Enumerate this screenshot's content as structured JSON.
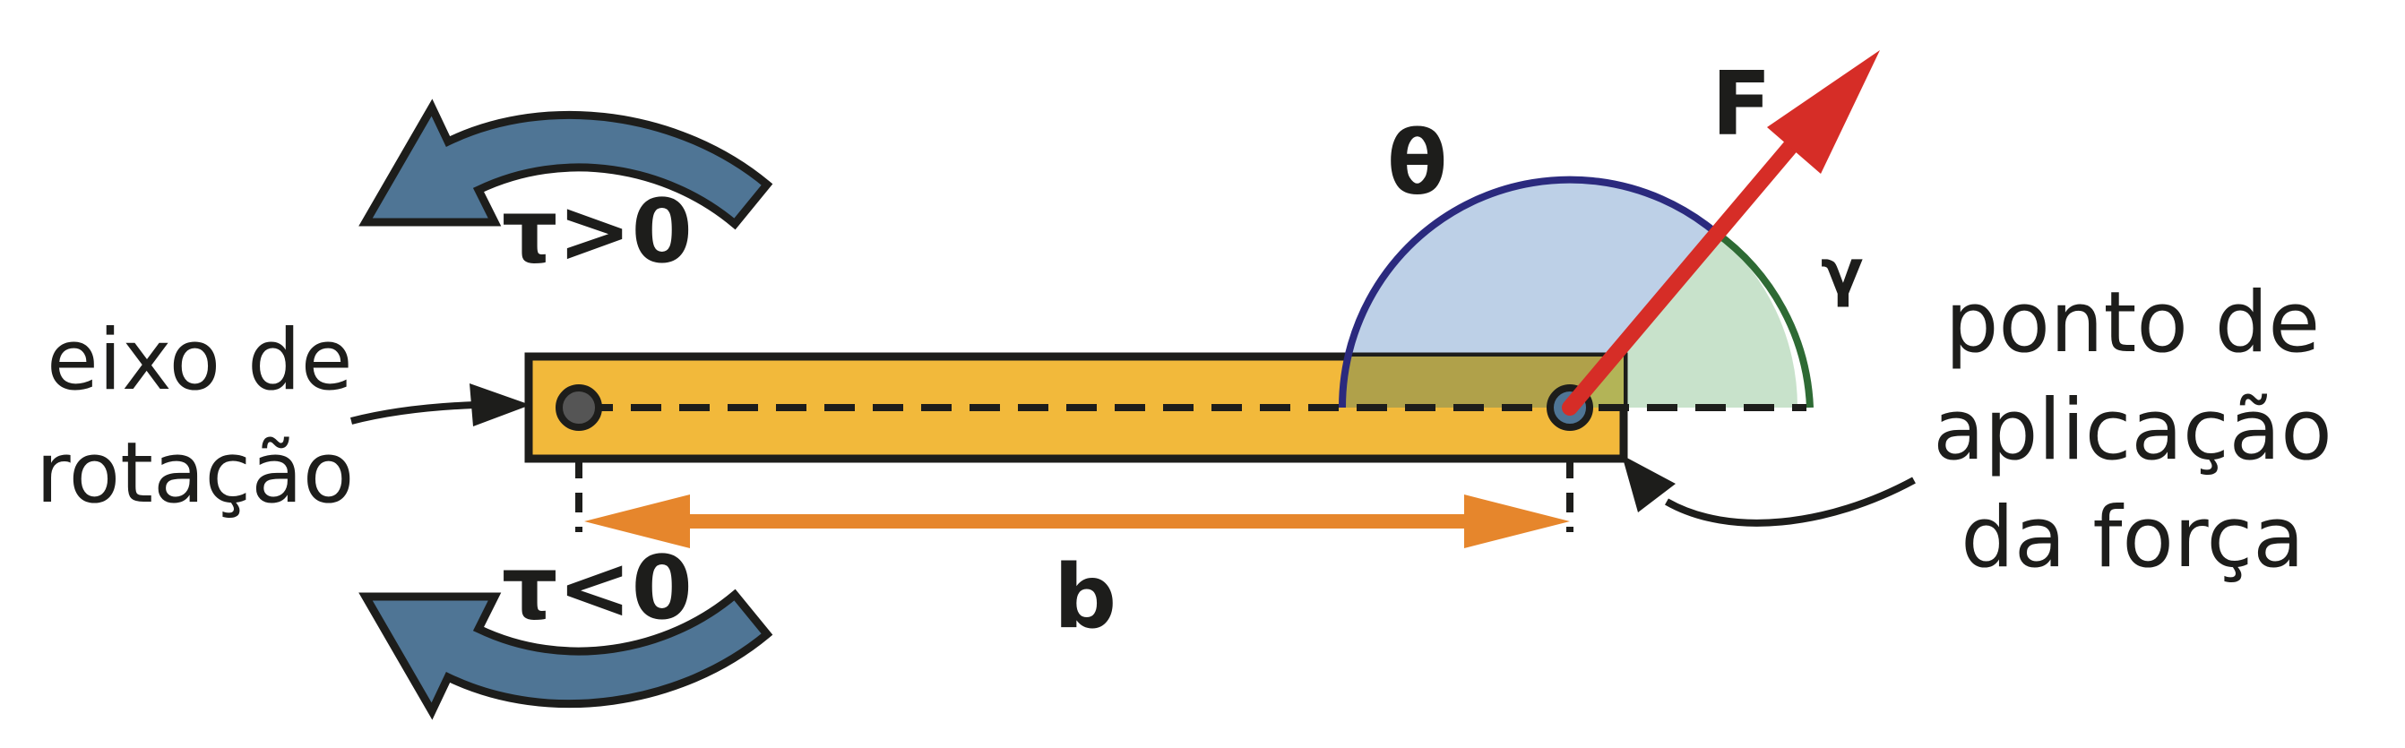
{
  "labels": {
    "axis_line1": "eixo de",
    "axis_line2": "rotação",
    "point_line1": "ponto de",
    "point_line2": "aplicação",
    "point_line3": "da força",
    "torque_positive": "τ>0",
    "torque_negative": "τ<0",
    "force": "F",
    "theta": "θ",
    "gamma": "γ",
    "lever_arm": "b"
  },
  "colors": {
    "rod": "#f2b93b",
    "outline": "#1d1d1b",
    "rotation_arrow": "#4f7595",
    "force_arrow": "#d62d27",
    "lever_arrow": "#e6862c",
    "theta_arc": "#2b2a7e",
    "theta_fill": "#bdd0e7",
    "gamma_arc": "#2e6a34",
    "gamma_fill": "#c8e2cb",
    "pivot": "#555555"
  },
  "icons": {
    "counterclockwise": "curved-arrow-left-up-icon",
    "clockwise": "curved-arrow-left-down-icon"
  }
}
